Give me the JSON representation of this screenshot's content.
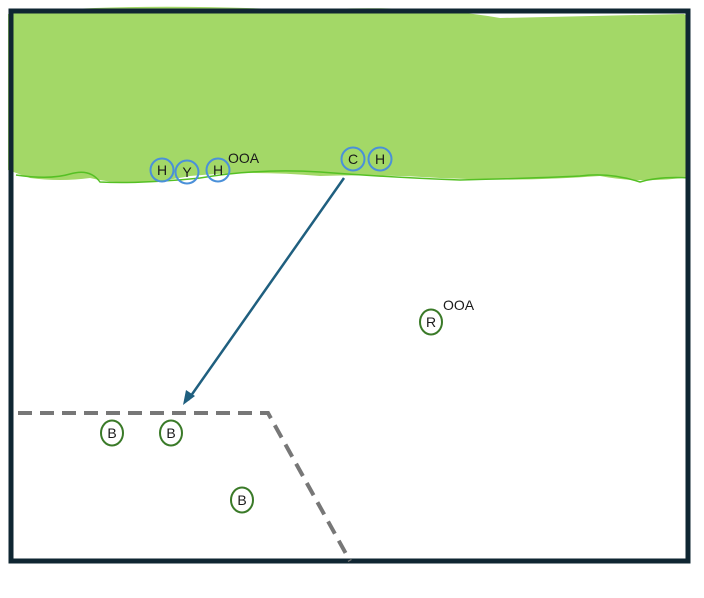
{
  "colors": {
    "field_green": "#a3d867",
    "field_edge": "#55c024",
    "frame": "#0f2632",
    "arrow": "#1f5f7f",
    "line": "#777777",
    "blue_marker": "#4a90d9",
    "green_marker": "#3a7a28"
  },
  "markers": {
    "blue": [
      {
        "label": "H"
      },
      {
        "label": "Y"
      },
      {
        "label": "H"
      },
      {
        "label": "C"
      },
      {
        "label": "H"
      }
    ],
    "green": [
      {
        "label": "R"
      },
      {
        "label": "B"
      },
      {
        "label": "B"
      },
      {
        "label": "B"
      }
    ]
  },
  "annotations": {
    "ooa_top": "OOA",
    "ooa_right": "OOA"
  }
}
